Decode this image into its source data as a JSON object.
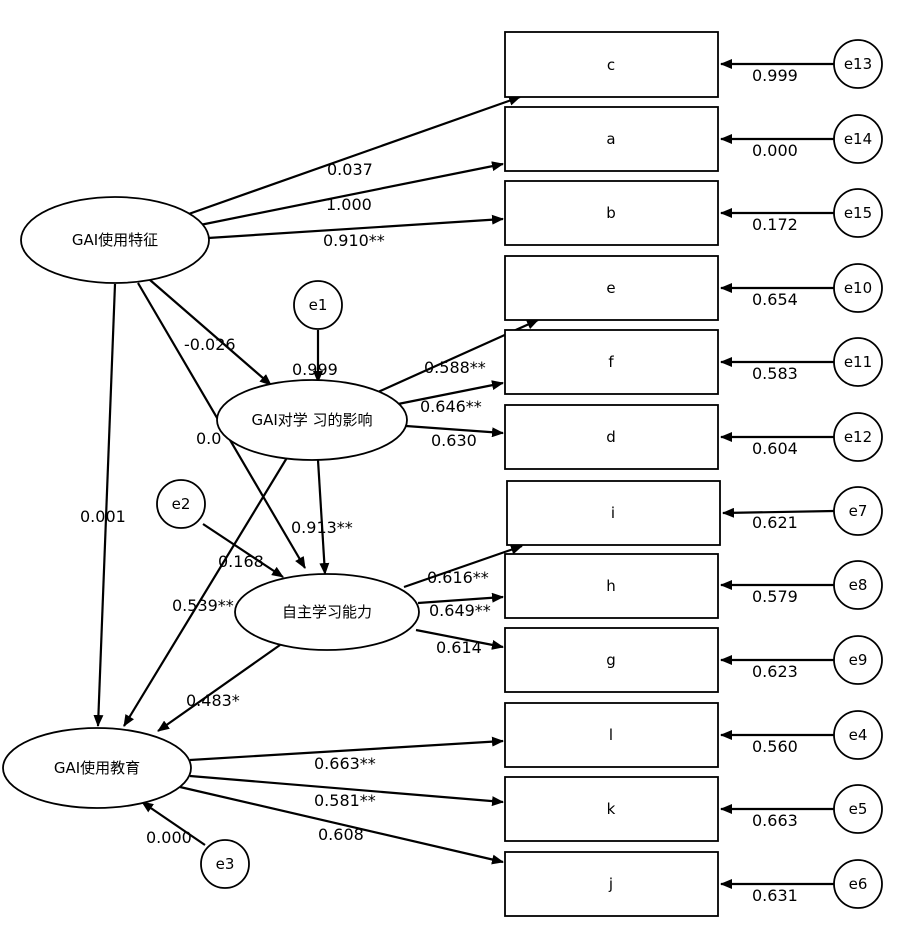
{
  "latents": {
    "gai_features": "GAI使用特征",
    "gai_impact": "GAI对学 习的影响",
    "autonomous": "自主学习能力",
    "gai_education": "GAI使用教育"
  },
  "errors": {
    "e1": "e1",
    "e2": "e2",
    "e3": "e3",
    "e4": "e4",
    "e5": "e5",
    "e6": "e6",
    "e7": "e7",
    "e8": "e8",
    "e9": "e9",
    "e10": "e10",
    "e11": "e11",
    "e12": "e12",
    "e13": "e13",
    "e14": "e14",
    "e15": "e15"
  },
  "indicators": {
    "c": "c",
    "a": "a",
    "b": "b",
    "e": "e",
    "f": "f",
    "d": "d",
    "i": "i",
    "h": "h",
    "g": "g",
    "l": "l",
    "k": "k",
    "j": "j"
  },
  "coefficients": {
    "feat_c": "0.037",
    "feat_a": "1.000",
    "feat_b": "0.910**",
    "feat_impact": "-0.026",
    "feat_auto": "0.0",
    "feat_edu": "0.001",
    "e1_impact": "0.999",
    "impact_e": "0.588**",
    "impact_f": "0.646**",
    "impact_d": "0.630",
    "impact_auto": "0.913**",
    "impact_edu": "0.539**",
    "e2_auto": "0.168",
    "auto_i": "0.616**",
    "auto_h": "0.649**",
    "auto_g": "0.614",
    "auto_edu": "0.483*",
    "edu_l": "0.663**",
    "edu_k": "0.581**",
    "edu_j": "0.608",
    "e3_edu": "0.000"
  },
  "error_values": {
    "c": "0.999",
    "a": "0.000",
    "b": "0.172",
    "e": "0.654",
    "f": "0.583",
    "d": "0.604",
    "i": "0.621",
    "h": "0.579",
    "g": "0.623",
    "l": "0.560",
    "k": "0.663",
    "j": "0.631"
  }
}
